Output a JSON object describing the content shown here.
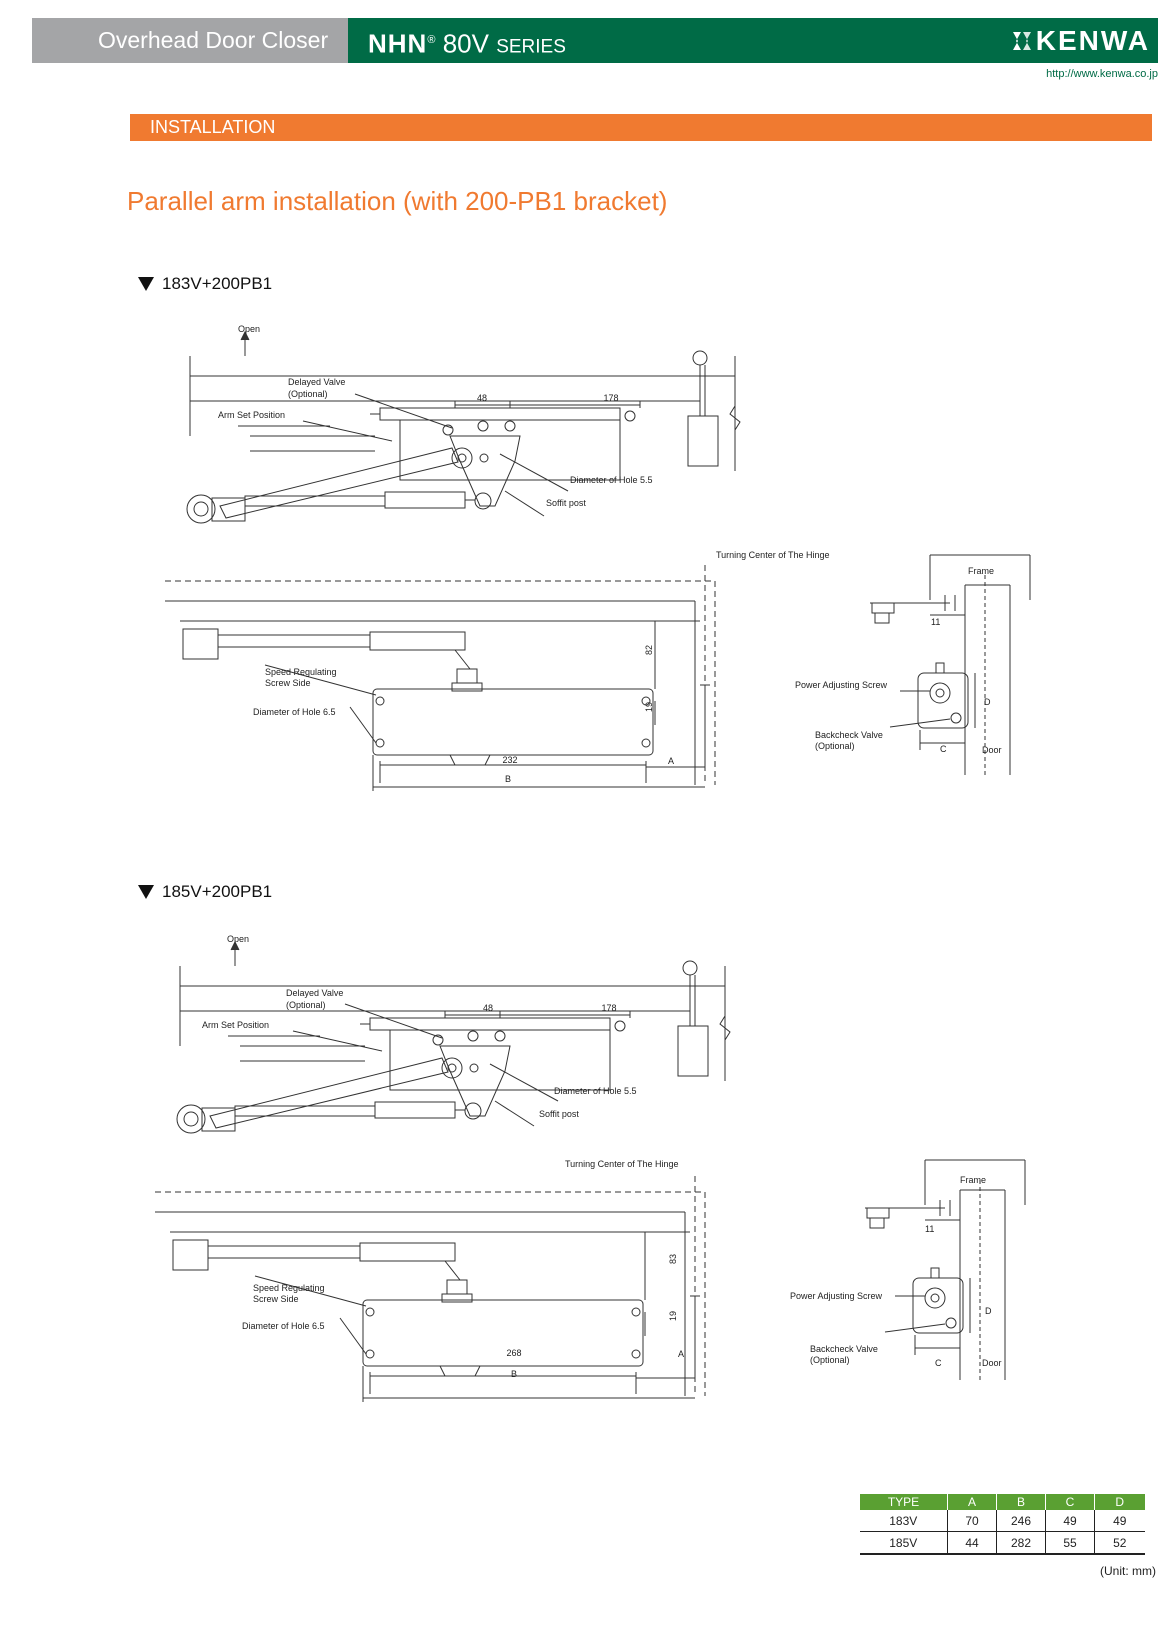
{
  "header": {
    "category": "Overhead Door Closer",
    "brand": "NHN",
    "series_model": "80V",
    "series_suffix": "SERIES",
    "logo_text": "KENWA",
    "url": "http://www.kenwa.co.jp"
  },
  "section": {
    "label": "INSTALLATION"
  },
  "title": "Parallel arm installation (with 200-PB1 bracket)",
  "diagrams": [
    {
      "model": "183V+200PB1",
      "open": "Open",
      "delayed_valve": "Delayed Valve",
      "optional": "(Optional)",
      "arm_set_position": "Arm Set Position",
      "dim_48": "48",
      "dim_178": "178",
      "hole_55": "Diameter of Hole 5.5",
      "soffit_post": "Soffit post",
      "turning_center": "Turning  Center of The Hinge",
      "speed_regulating_1": "Speed Regulating",
      "speed_regulating_2": "Screw Side",
      "hole_65": "Diameter of Hole 6.5",
      "dim_vertical": "82",
      "dim_19": "19",
      "dim_length": "232",
      "dim_a": "A",
      "dim_b": "B",
      "frame": "Frame",
      "dim_11": "11",
      "power_adjusting": "Power Adjusting Screw",
      "backcheck_1": "Backcheck Valve",
      "backcheck_2": "(Optional)",
      "dim_c": "C",
      "dim_d": "D",
      "door": "Door"
    },
    {
      "model": "185V+200PB1",
      "open": "Open",
      "delayed_valve": "Delayed Valve",
      "optional": "(Optional)",
      "arm_set_position": "Arm Set Position",
      "dim_48": "48",
      "dim_178": "178",
      "hole_55": "Diameter of Hole 5.5",
      "soffit_post": "Soffit post",
      "turning_center": "Turning  Center of The Hinge",
      "speed_regulating_1": "Speed Regulating",
      "speed_regulating_2": "Screw Side",
      "hole_65": "Diameter of Hole 6.5",
      "dim_vertical": "83",
      "dim_19": "19",
      "dim_length": "268",
      "dim_a": "A",
      "dim_b": "B",
      "frame": "Frame",
      "dim_11": "11",
      "power_adjusting": "Power Adjusting Screw",
      "backcheck_1": "Backcheck Valve",
      "backcheck_2": "(Optional)",
      "dim_c": "C",
      "dim_d": "D",
      "door": "Door"
    }
  ],
  "spec_table": {
    "headers": [
      "TYPE",
      "A",
      "B",
      "C",
      "D"
    ],
    "rows": [
      [
        "183V",
        "70",
        "246",
        "49",
        "49"
      ],
      [
        "185V",
        "44",
        "282",
        "55",
        "52"
      ]
    ],
    "unit": "(Unit: mm)"
  },
  "colors": {
    "header_gray": "#a4a5a7",
    "header_green": "#006b46",
    "accent_orange": "#f07a30",
    "table_green": "#5aa032"
  }
}
